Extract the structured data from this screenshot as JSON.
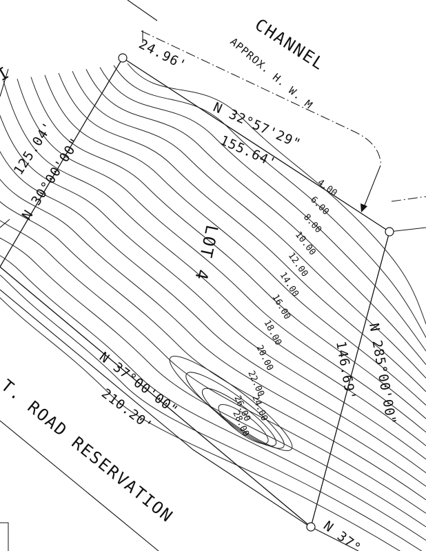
{
  "labels": {
    "channel": "CHANNEL",
    "hwm": "APPROX. H. W. M",
    "road": "T. ROAD RESERVATION",
    "lot": "LOT 4",
    "north_edge": "24.96'",
    "top_bearing": "N 32°57'29\"",
    "top_dist": "155.64'",
    "left_dist": "125.04'",
    "left_bearing": "N 30°00'00\"",
    "bottom_bearing": "N 37°00'00\"",
    "bottom_dist": "210.20'",
    "right_bearing": "N 285°00'00\"",
    "right_dist": "146.69'",
    "corner_bearing": "N 37°",
    "side_glyph": "I"
  },
  "contours": [
    "4.00",
    "6.00",
    "8.00",
    "10.00",
    "12.00",
    "14.00",
    "16.00",
    "18.00",
    "20.00",
    "22.00",
    "24.00",
    "26.00",
    "28.00"
  ]
}
